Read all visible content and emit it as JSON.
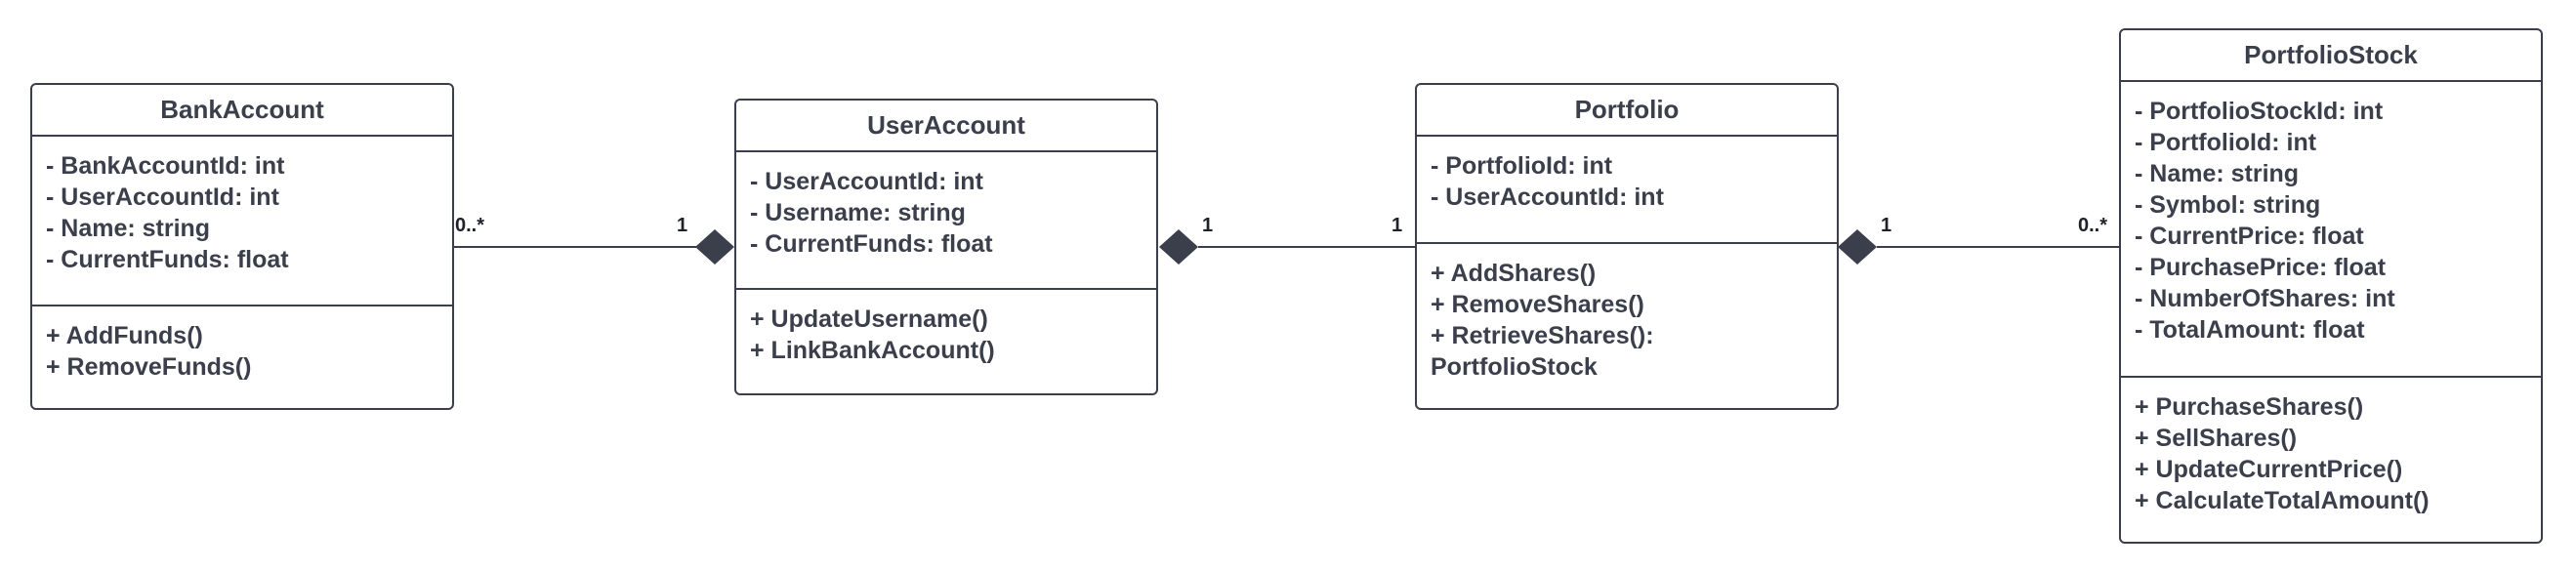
{
  "classes": {
    "bank_account": {
      "name": "BankAccount",
      "attributes": [
        "- BankAccountId: int",
        "- UserAccountId: int",
        "- Name: string",
        "- CurrentFunds: float"
      ],
      "methods": [
        "+ AddFunds()",
        "+ RemoveFunds()"
      ]
    },
    "user_account": {
      "name": "UserAccount",
      "attributes": [
        "- UserAccountId: int",
        "- Username: string",
        "- CurrentFunds: float"
      ],
      "methods": [
        "+ UpdateUsername()",
        "+ LinkBankAccount()"
      ]
    },
    "portfolio": {
      "name": "Portfolio",
      "attributes": [
        "- PortfolioId: int",
        "- UserAccountId: int"
      ],
      "methods": [
        "+ AddShares()",
        "+ RemoveShares()",
        "+ RetrieveShares(): PortfolioStock"
      ]
    },
    "portfolio_stock": {
      "name": "PortfolioStock",
      "attributes": [
        "- PortfolioStockId: int",
        "- PortfolioId: int",
        "- Name: string",
        "- Symbol: string",
        "- CurrentPrice: float",
        "- PurchasePrice: float",
        "- NumberOfShares: int",
        "- TotalAmount: float"
      ],
      "methods": [
        "+ PurchaseShares()",
        "+ SellShares()",
        "+ UpdateCurrentPrice()",
        "+ CalculateTotalAmount()"
      ]
    }
  },
  "associations": {
    "bank_user": {
      "source_mult": "0..*",
      "target_mult": "1"
    },
    "user_portfolio": {
      "source_mult": "1",
      "target_mult": "1"
    },
    "portfolio_stock": {
      "source_mult": "1",
      "target_mult": "0..*"
    }
  },
  "colors": {
    "stroke": "#3a3f4b",
    "text": "#3a3f4b",
    "diamond": "#3a3f4b"
  }
}
